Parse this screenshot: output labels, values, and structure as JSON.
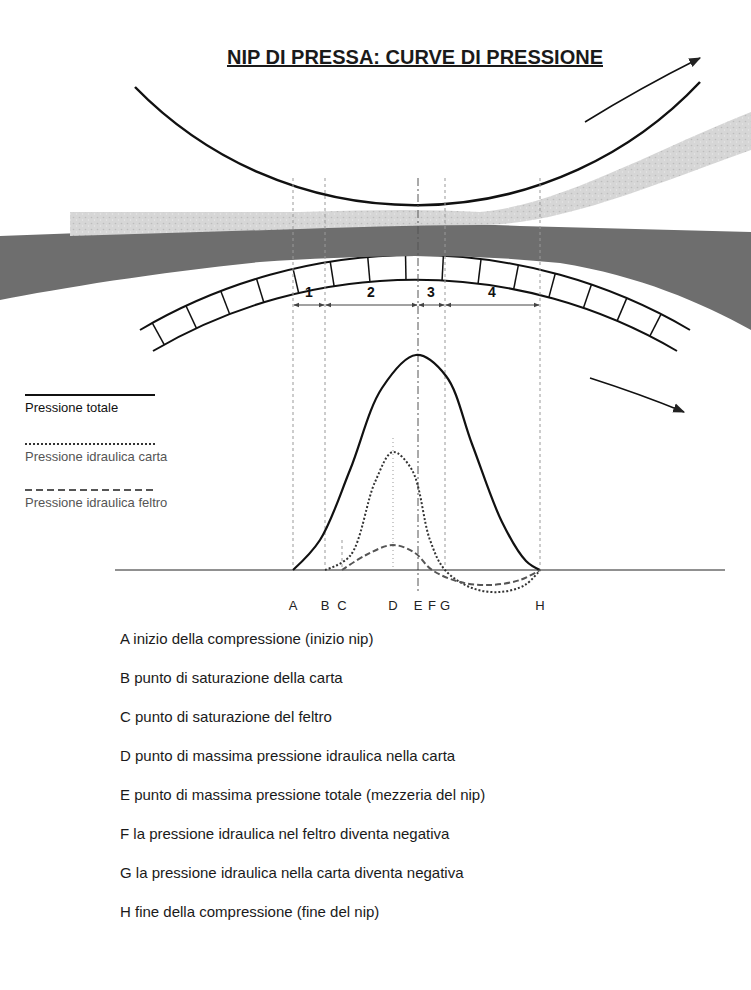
{
  "diagram": {
    "title": "NIP DI PRESSA: CURVE DI PRESSIONE",
    "labels": [
      "1",
      "2",
      "3",
      "4",
      "A",
      "B",
      "C",
      "D",
      "E",
      "F",
      "G",
      "H",
      "A inizio della compressione (inizio nip)",
      "B punto di saturazione della carta",
      "C punto di saturazione del feltro",
      "D punto di massima pressione idraulica nella carta",
      "E punto di massima pressione totale (mezzeria del nip)",
      "F la pressione idraulica nel feltro diventa negativa",
      "G la pressione idraulica nella carta diventa negativa",
      "H fine della compressione (fine del nip)"
    ],
    "legend": [
      {
        "text": "Pressione totale"
      },
      {
        "text": "Pressione idraulica carta"
      },
      {
        "text": "Pressione idraulica feltro"
      }
    ]
  }
}
